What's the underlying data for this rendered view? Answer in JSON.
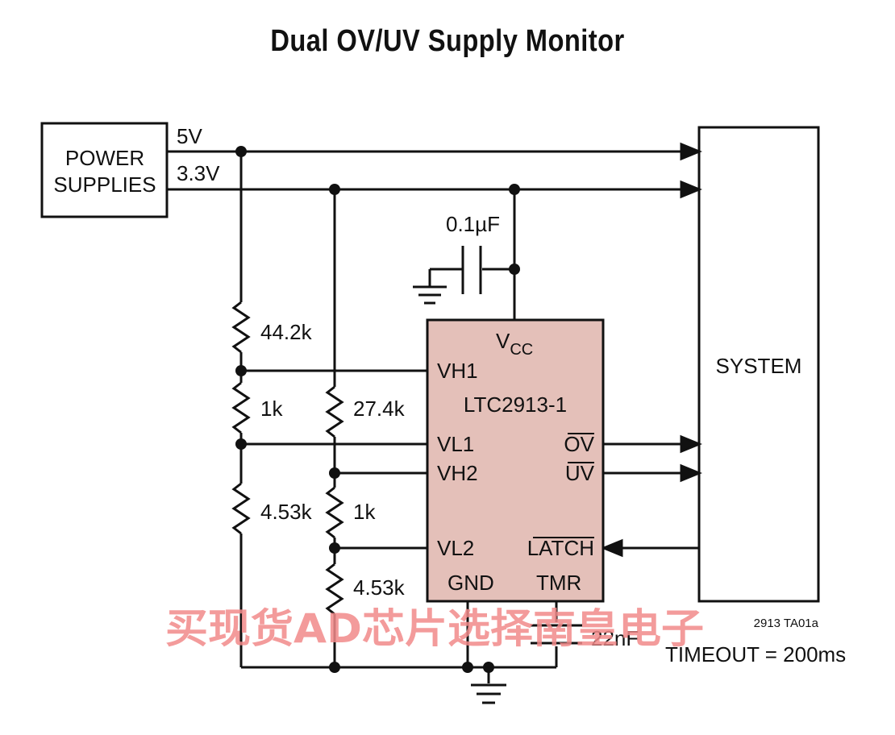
{
  "title": "Dual OV/UV Supply Monitor",
  "power_block": {
    "line1": "POWER",
    "line2": "SUPPLIES"
  },
  "rails": {
    "v5": "5V",
    "v33": "3.3V"
  },
  "system_block": "SYSTEM",
  "capacitor_top": "0.1µF",
  "capacitor_timer": "22nF",
  "resistors": {
    "r1": "44.2k",
    "r2": "1k",
    "r3": "4.53k",
    "r4": "27.4k",
    "r5": "1k",
    "r6": "4.53k"
  },
  "ic": {
    "name": "LTC2913-1",
    "vcc_main": "V",
    "vcc_sub": "CC",
    "pins": {
      "vh1": "VH1",
      "vl1": "VL1",
      "vh2": "VH2",
      "vl2": "VL2",
      "gnd": "GND",
      "tmr": "TMR",
      "ov": "OV",
      "uv": "UV",
      "latch": "LATCH"
    },
    "fill": "#e4c0b9"
  },
  "timeout": "TIMEOUT = 200ms",
  "figure_id": "2913 TA01a",
  "watermark": "买现货AD芯片选择南皇电子"
}
